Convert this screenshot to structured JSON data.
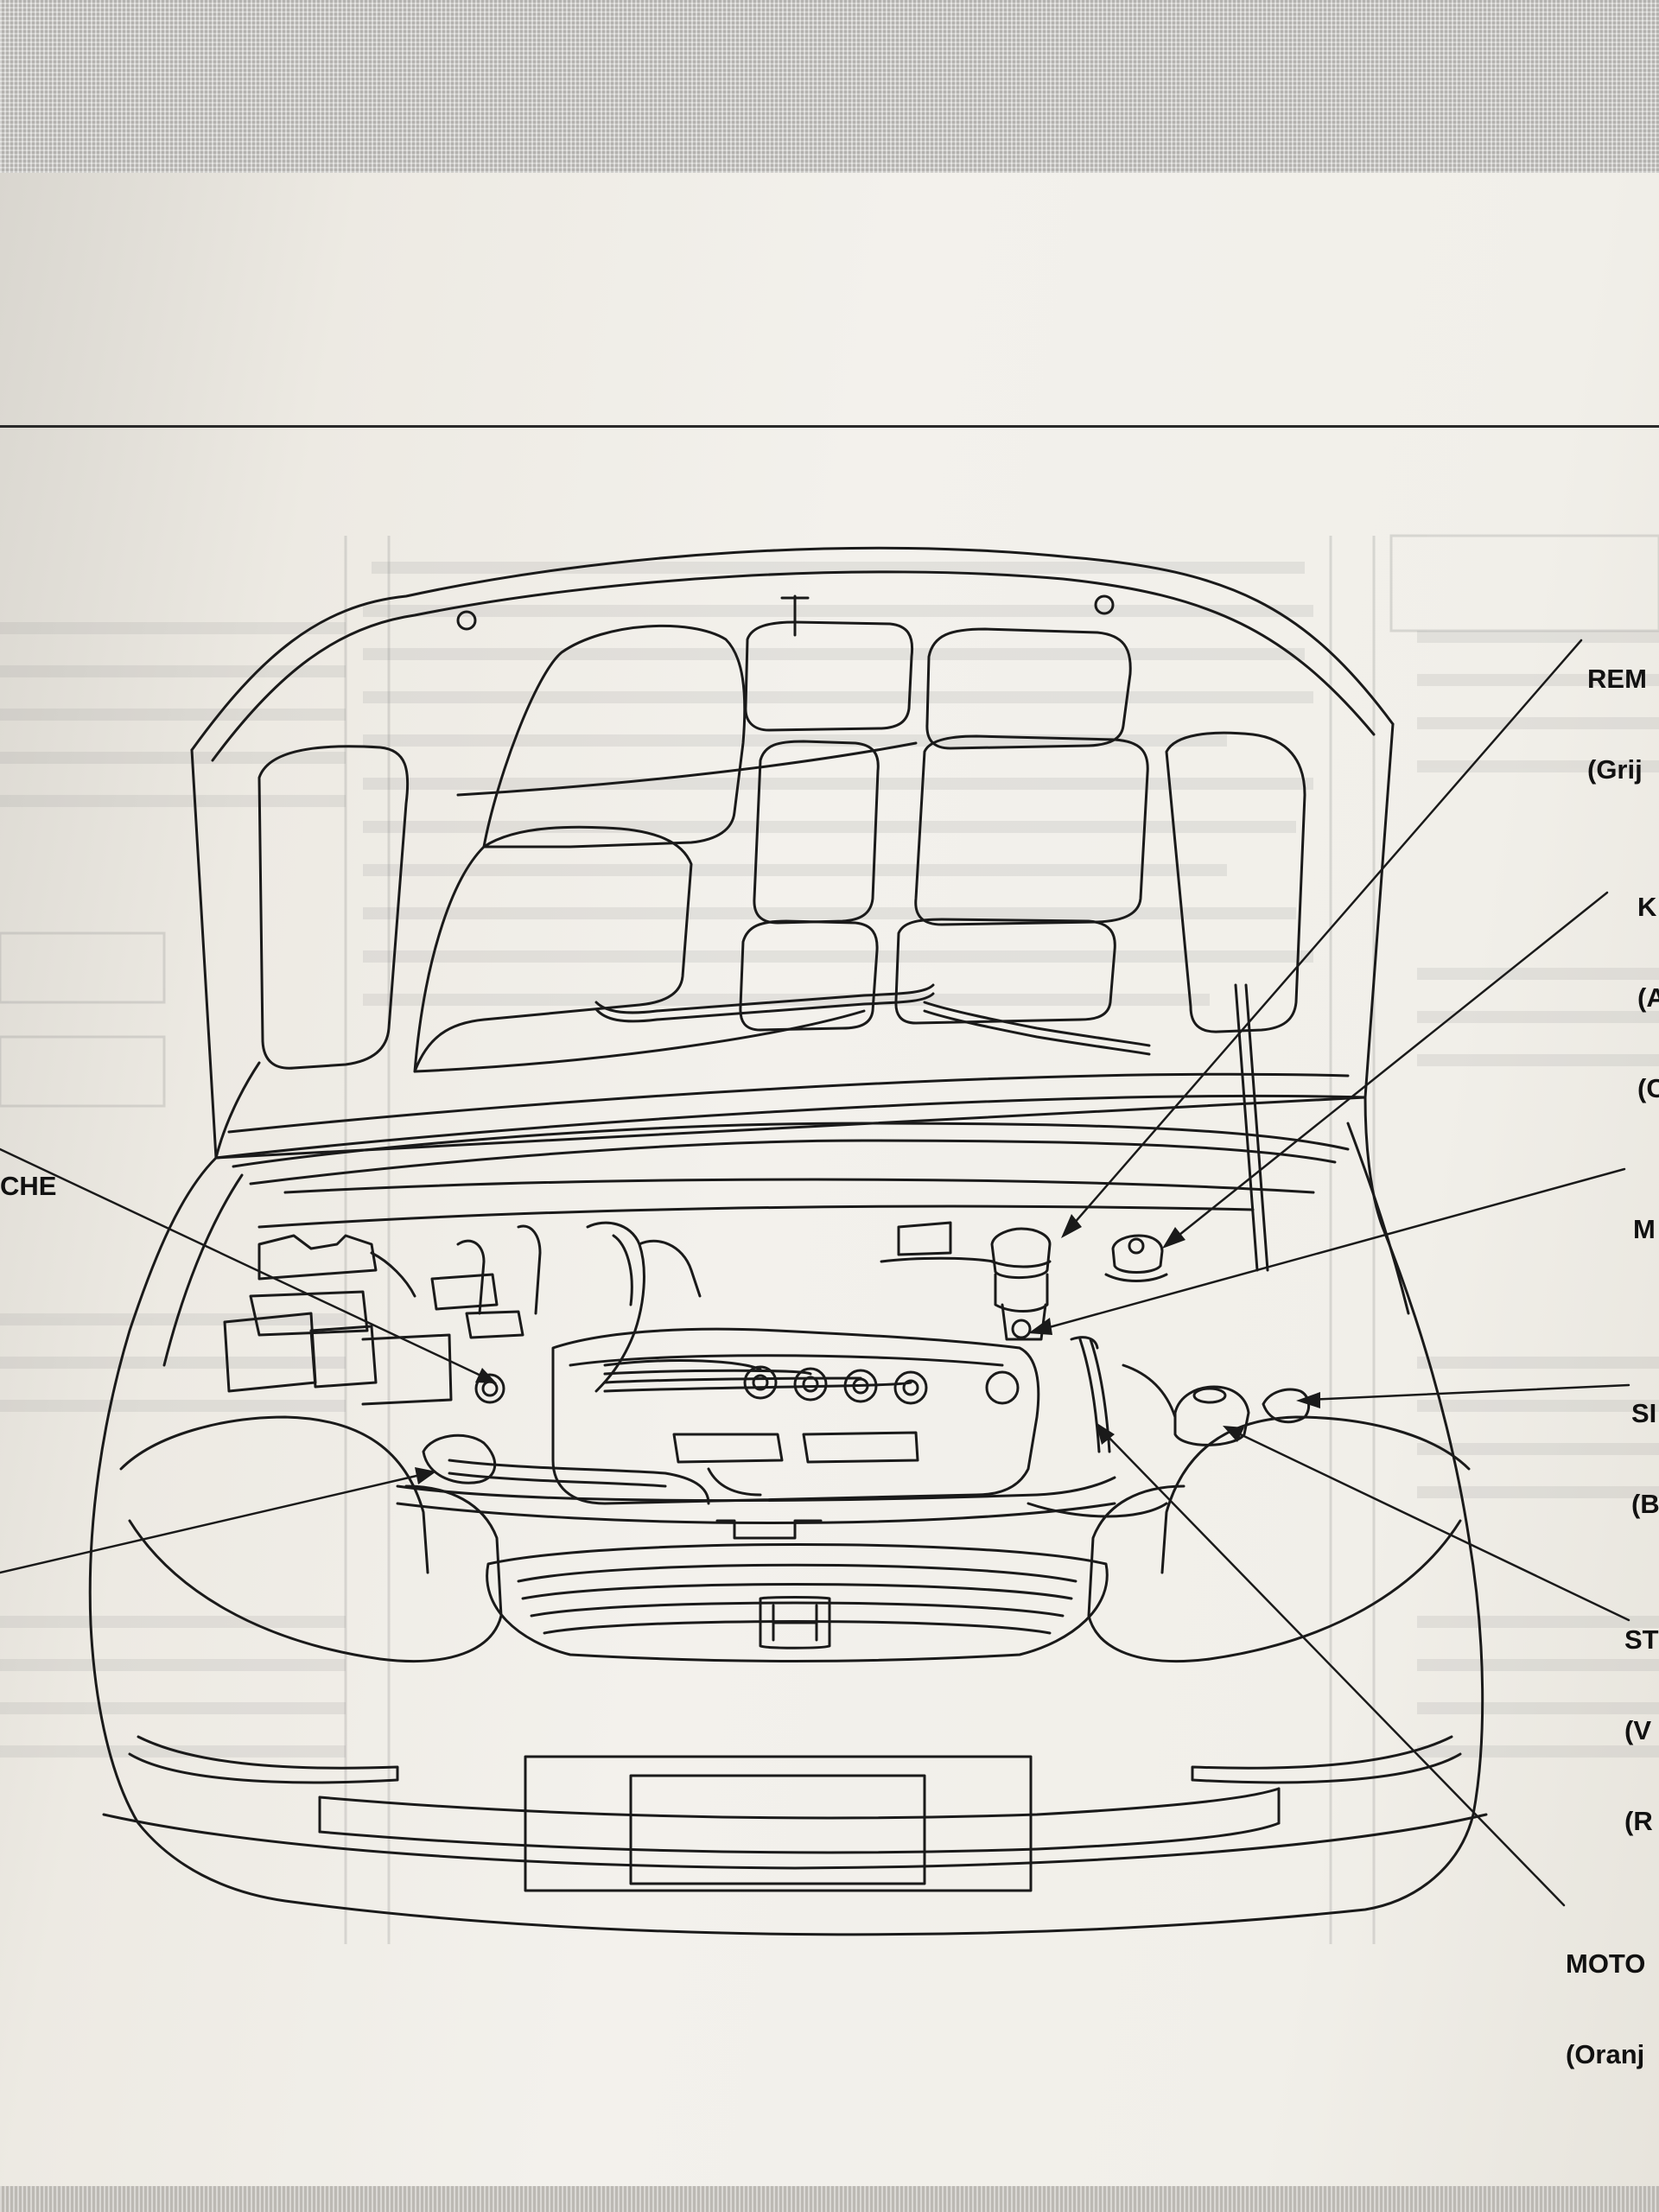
{
  "labels": {
    "left_mid": "CHE",
    "top_right_1": "REM",
    "top_right_1_sub": "(Grij",
    "right_2": "K",
    "right_2_sub_a": "(A",
    "right_2_sub_b": "(C",
    "right_3": "M",
    "right_4": "SI",
    "right_4_sub": "(B",
    "right_5": "ST",
    "right_5_sub_a": "(V",
    "right_5_sub_b": "(R",
    "bottom_right": "MOTO",
    "bottom_right_sub": "(Oranj"
  },
  "colors": {
    "paper": "#f1efe9",
    "line": "#1a1a1a",
    "cloth": "#c9c7c3"
  },
  "icons": {
    "emblem": "honda-logo-icon"
  }
}
